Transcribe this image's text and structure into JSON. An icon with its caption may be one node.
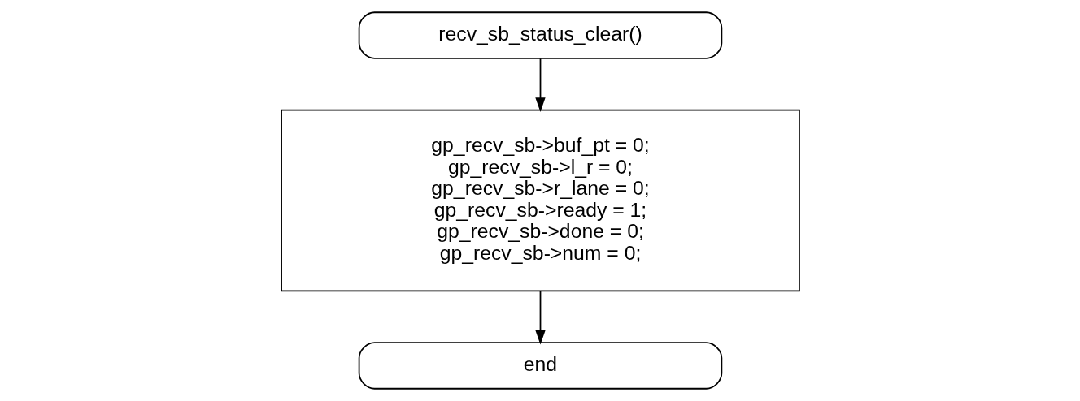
{
  "diagram": {
    "nodes": [
      {
        "text": [
          "recv_sb_status_clear()"
        ]
      },
      {
        "text": [
          "gp_recv_sb->buf_pt = 0;",
          "gp_recv_sb->l_r = 0;",
          "gp_recv_sb->r_lane = 0;",
          "gp_recv_sb->ready = 1;",
          "gp_recv_sb->done = 0;",
          "gp_recv_sb->num = 0;"
        ]
      },
      {
        "text": [
          "end"
        ]
      }
    ],
    "edges": [
      {
        "from": 0,
        "to": 1,
        "arrow": "to"
      },
      {
        "from": 1,
        "to": 2,
        "arrow": "to"
      }
    ]
  }
}
